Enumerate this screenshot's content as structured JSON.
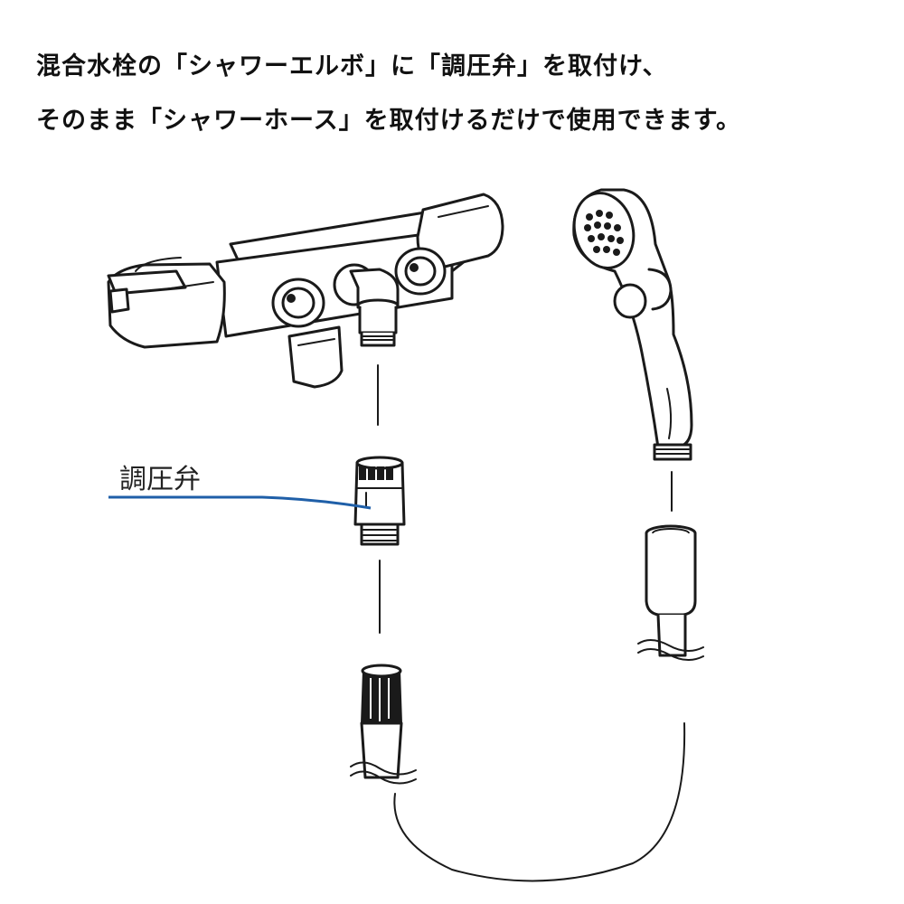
{
  "header": {
    "line1": "混合水栓の「シャワーエルボ」に「調圧弁」を取付け、",
    "line2": "そのまま「シャワーホース」を取付けるだけで使用できます。"
  },
  "callout": {
    "label": "調圧弁",
    "color": "#1f5fa8"
  },
  "icons": [
    "mixing-faucet",
    "shower-elbow",
    "pressure-valve",
    "hose-connector",
    "shower-head",
    "shower-hose"
  ]
}
